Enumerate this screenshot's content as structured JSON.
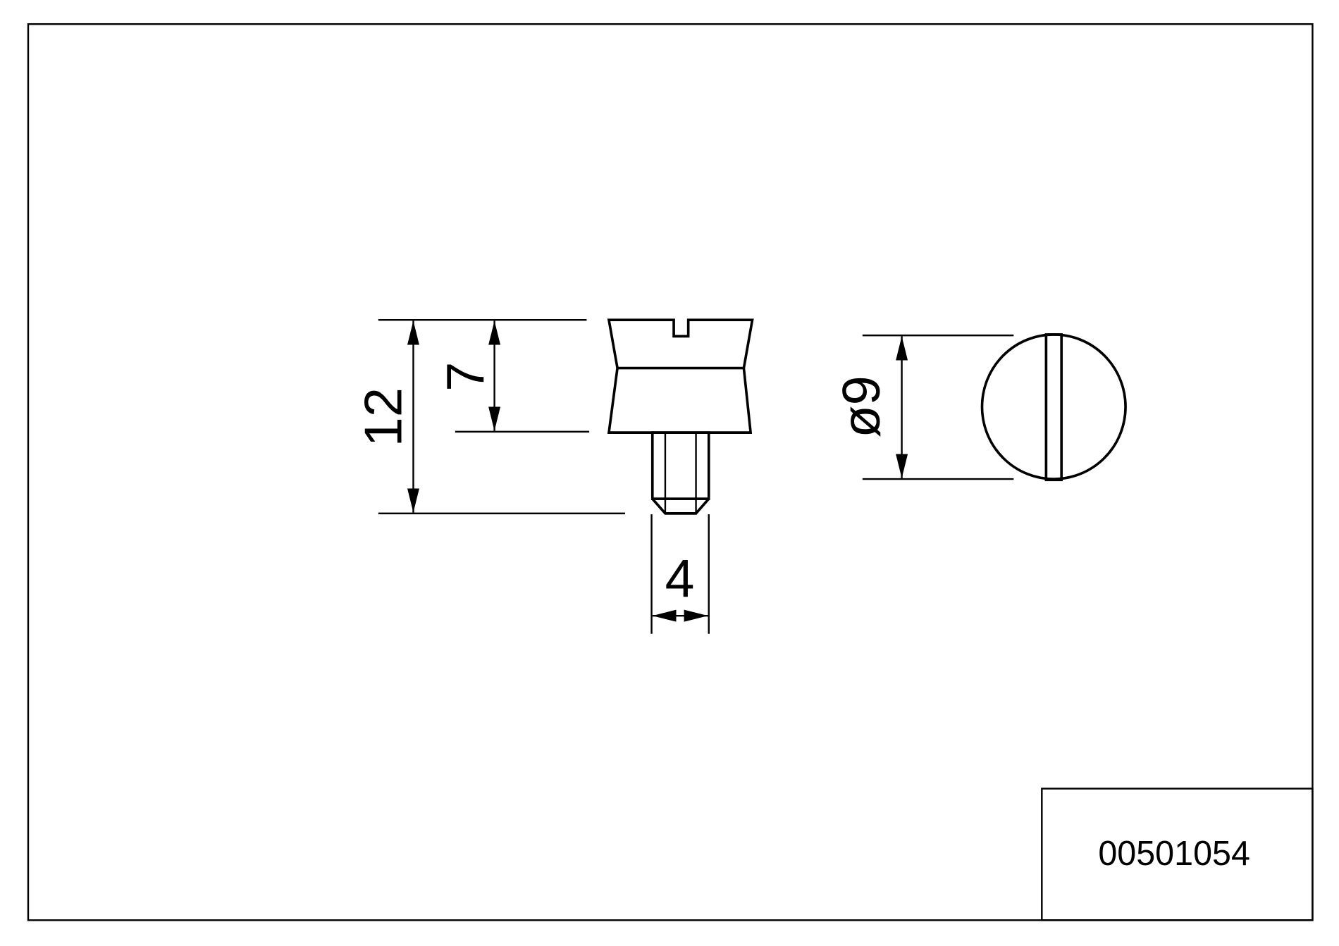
{
  "drawing": {
    "part_number": "00501054",
    "dimensions": {
      "overall_length": "12",
      "head_height": "7",
      "thread_diameter": "4",
      "head_diameter": "ø9"
    },
    "line_color": "#000000",
    "background": "#ffffff"
  }
}
